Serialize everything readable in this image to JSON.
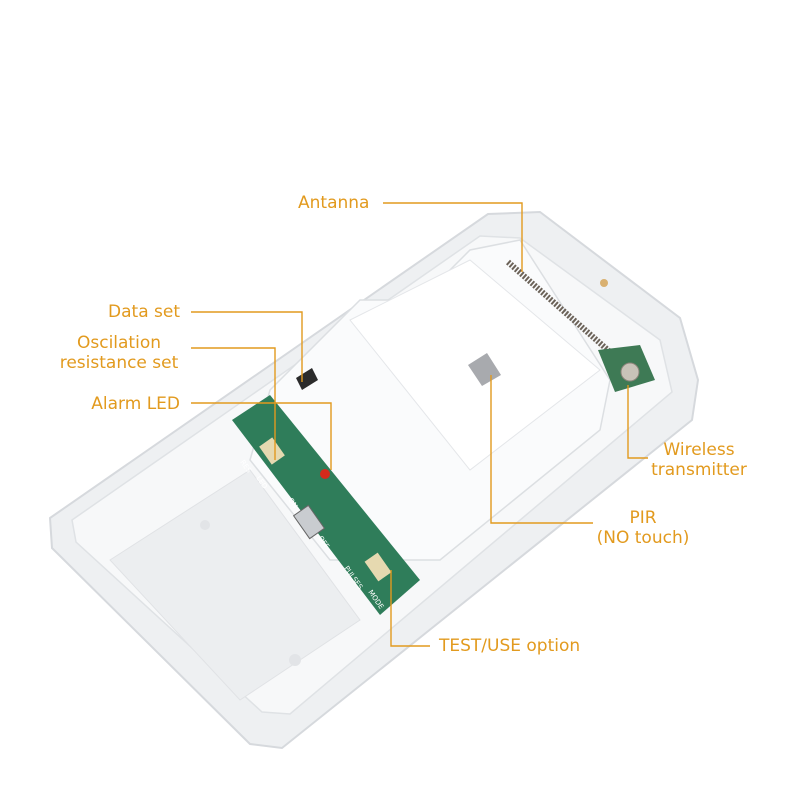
{
  "accent_color": "#e29a1e",
  "labels": {
    "antenna": "Antanna",
    "data_set": "Data set",
    "oscillation_line1": "Oscilation",
    "oscillation_line2": "resistance set",
    "alarm_led": "Alarm LED",
    "wireless_line1": "Wireless",
    "wireless_line2": "transmitter",
    "pir_line1": "PIR",
    "pir_line2": "(NO touch)",
    "test_use": "TEST/USE option"
  },
  "board_marks": {
    "res": "RES",
    "led": "LED",
    "on": "ON",
    "off": "OFF",
    "pulses": "PULSES",
    "mode": "MODE"
  }
}
